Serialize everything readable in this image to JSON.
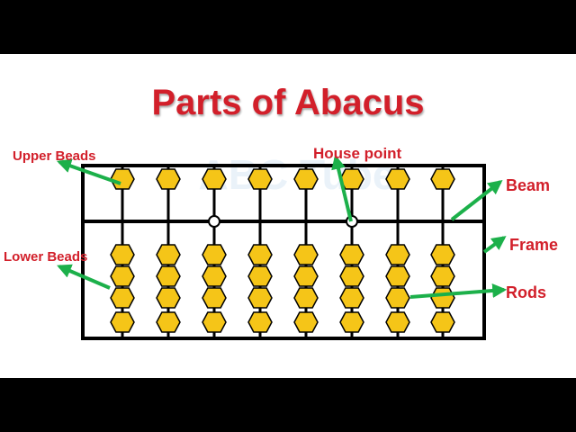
{
  "title": "Parts of Abacus",
  "watermark": "ABC Tube",
  "labels": {
    "upper_beads": "Upper Beads",
    "lower_beads": "Lower Beads",
    "house_point": "House point",
    "beam": "Beam",
    "frame": "Frame",
    "rods": "Rods"
  },
  "abacus": {
    "rod_count": 8,
    "upper_beads_per_rod": 1,
    "lower_beads_per_rod": 4,
    "house_points_on_rods": [
      3,
      6
    ]
  },
  "colors": {
    "title": "#d21f2a",
    "bead": "#f5c518",
    "arrow": "#1cb04a",
    "upper_label": "#d21f2a",
    "other_labels": "#d21f2a"
  }
}
